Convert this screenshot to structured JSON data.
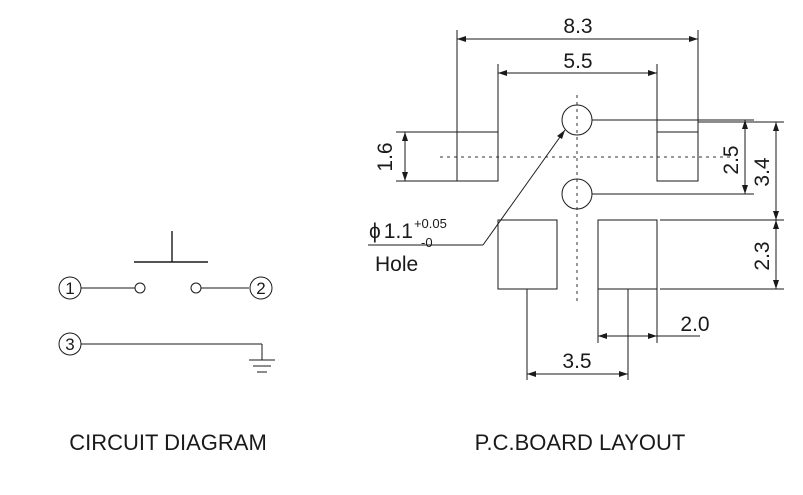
{
  "circuit": {
    "caption": "CIRCUIT DIAGRAM",
    "pins": [
      "1",
      "2",
      "3"
    ]
  },
  "pcb": {
    "caption": "P.C.BOARD LAYOUT",
    "dimensions": {
      "overall_width": "8.3",
      "upper_pad_span": "5.5",
      "upper_pad_height": "1.6",
      "hole_spacing": "2.5",
      "pad_row_spacing": "3.4",
      "lower_pad_height": "2.3",
      "lower_pad_width": "2.0",
      "lower_pad_span": "3.5"
    },
    "hole": {
      "symbol": "ϕ",
      "diameter": "1.1",
      "tol_plus": "+0.05",
      "tol_minus": "-0",
      "label": "Hole"
    }
  },
  "colors": {
    "ink": "#1a1a1a",
    "background": "#ffffff"
  }
}
